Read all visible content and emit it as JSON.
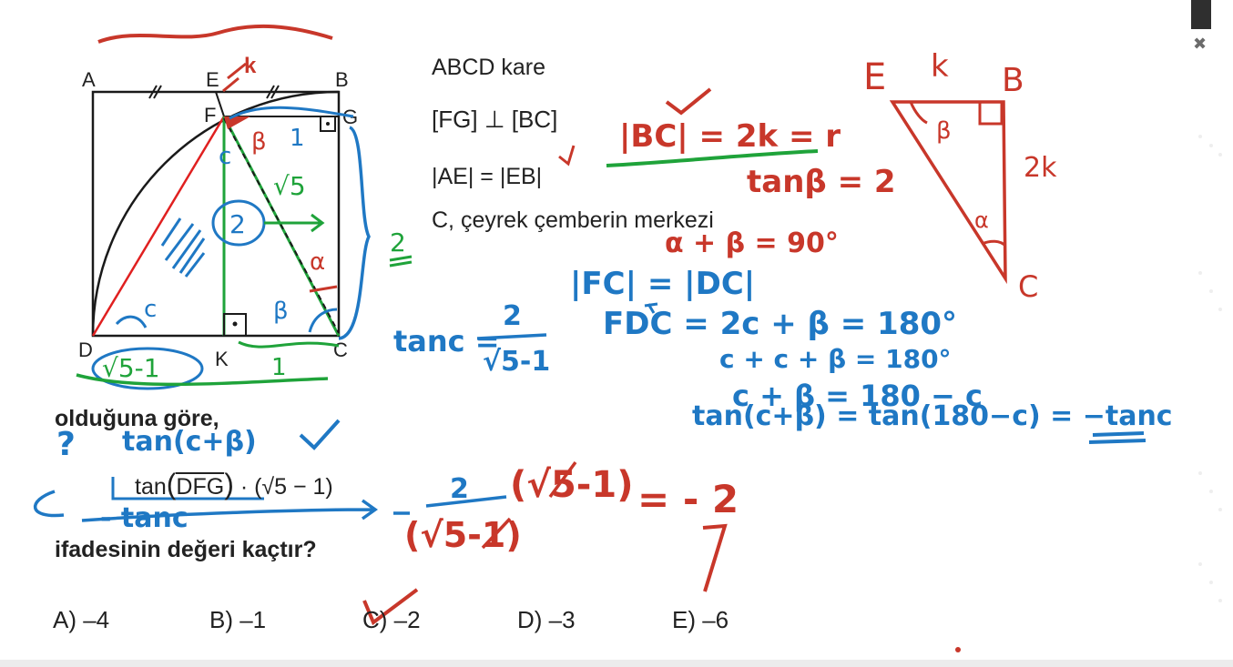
{
  "figure": {
    "vertex_labels": {
      "A": "A",
      "E": "E",
      "B": "B",
      "F": "F",
      "G": "G",
      "D": "D",
      "K": "K",
      "C": "C"
    }
  },
  "given": {
    "line1": "ABCD kare",
    "line2_fg": "FG",
    "line2_perp": "⊥",
    "line2_bc": "BC",
    "line3": "|AE| = |EB|",
    "line4": "C, çeyrek çemberin merkezi"
  },
  "question": {
    "intro": "olduğuna göre,",
    "expr_tan": "tan",
    "expr_arc": "DFG",
    "expr_rest": "· (√5 − 1)",
    "ask": "ifadesinin değeri kaçtır?"
  },
  "choices": [
    {
      "label": "A) –4"
    },
    {
      "label": "B) –1"
    },
    {
      "label": "C) –2"
    },
    {
      "label": "D) –3"
    },
    {
      "label": "E) –6"
    }
  ],
  "annotations": {
    "red_bc": "|BC| = 2k = r",
    "red_tan_beta": "tanβ = 2",
    "red_sum": "α + β = 90°",
    "red_result": "= - 2",
    "blue_fc_dc": "|FC| = |DC|",
    "blue_angle1": "FDC = 2c + β = 180°",
    "blue_angle2": "c + c + β = 180°",
    "blue_angle3": "c + β = 180 − c",
    "blue_tan_id": "tan(c+β) = tan(180−c) = −tanc",
    "blue_tanc": "tanc =",
    "blue_frac_num": "2",
    "blue_frac_den": "√5-1",
    "blue_under_q1": "tan(c+β)",
    "blue_under_q2": "- tanc",
    "fig_sqrt5": "√5",
    "fig_two": "2",
    "fig_one_top": "1",
    "fig_one_bottom": "1",
    "fig_sqrt5_1": "√5-1",
    "fig_side_two": "2",
    "red_k": "k",
    "tri_E": "E",
    "tri_k": "k",
    "tri_B": "B",
    "tri_2k": "2k",
    "tri_C": "C",
    "tri_beta": "β",
    "tri_alpha": "α",
    "work_num": "2",
    "work_den": "(√5-1)",
    "work_mul": "(√5-1)",
    "question_mark": "?"
  },
  "ui": {
    "close_glyph": "✖"
  },
  "colors": {
    "red": "#c8372a",
    "blue": "#1f78c4",
    "green": "#1fa33a",
    "black": "#1a1a1a"
  }
}
